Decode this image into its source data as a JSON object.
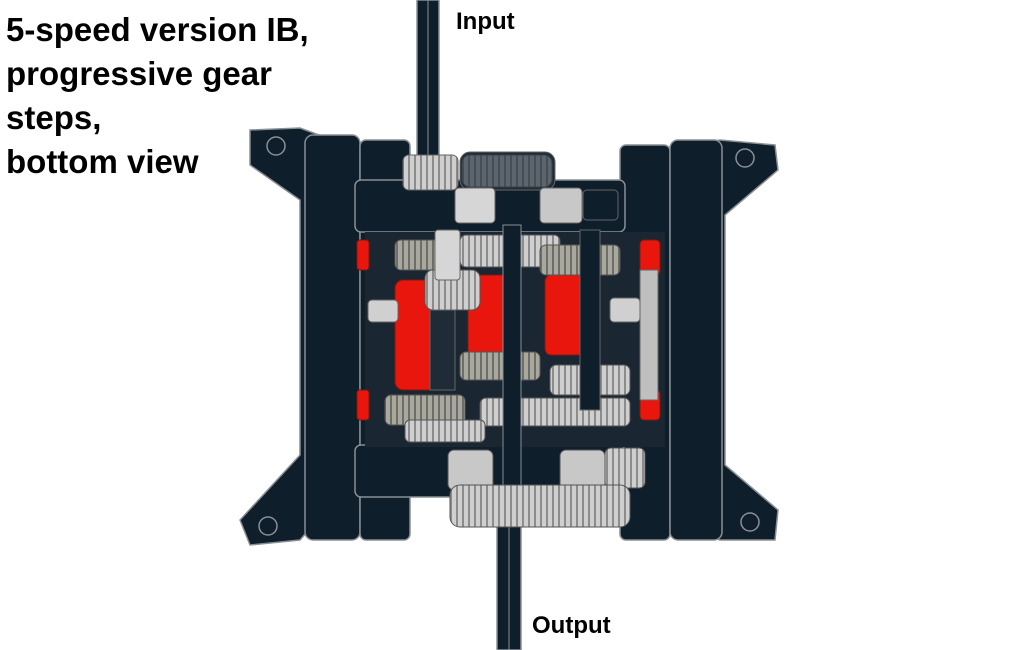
{
  "title_lines": [
    "5-speed version IB,",
    "progressive gear",
    "steps,",
    "bottom view"
  ],
  "labels": {
    "input": "Input",
    "output": "Output"
  },
  "colors": {
    "frame": "#0e1e2b",
    "outline": "#8a8f94",
    "gear_light": "#c8c8c8",
    "gear_dark": "#9a9a90",
    "red_part": "#e8160c",
    "axle": "#0e1e2b"
  },
  "icons": [
    "lego-technic-gearbox-model"
  ]
}
